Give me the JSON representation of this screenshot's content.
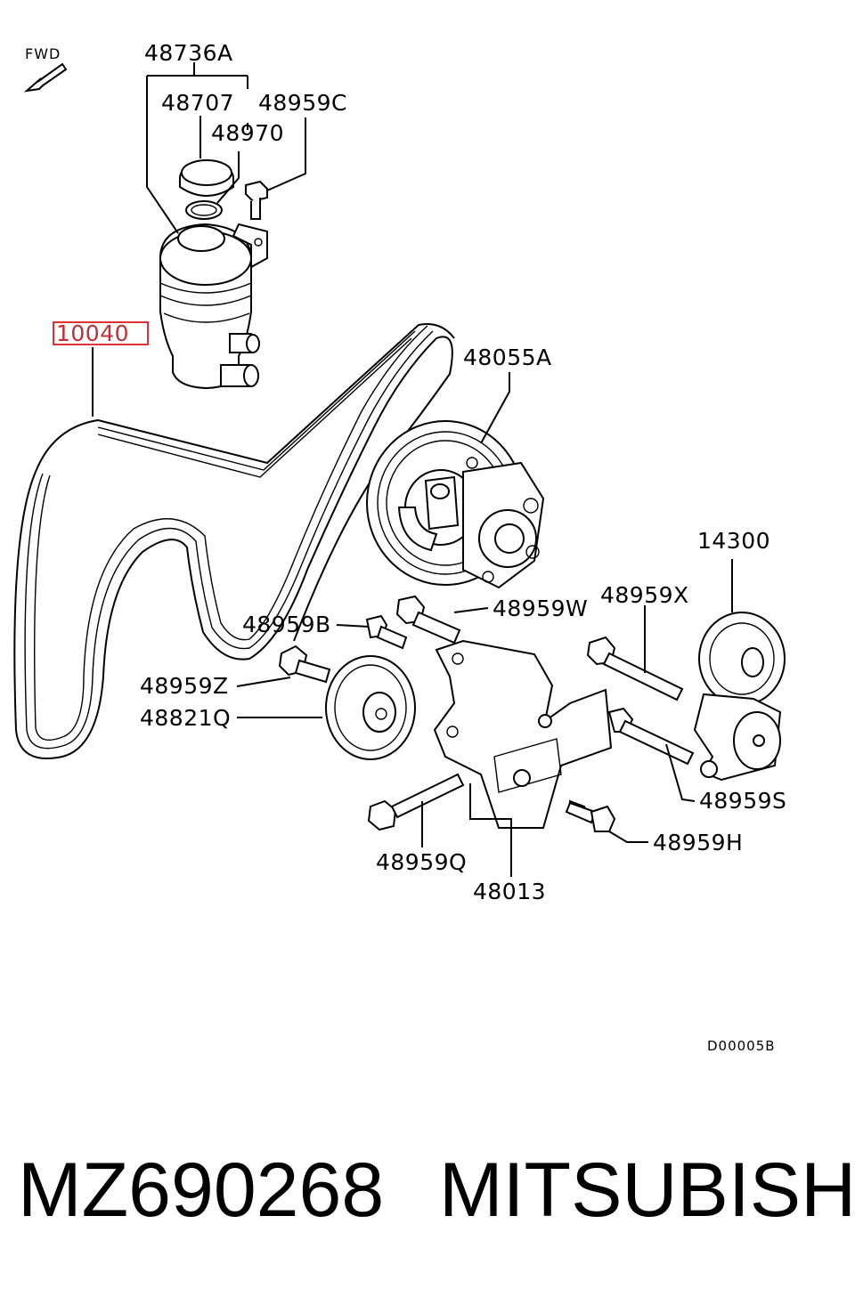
{
  "diagram": {
    "fwd_label": "FWD",
    "highlighted_part": "10040",
    "part_labels": {
      "p48736A": "48736A",
      "p48707": "48707",
      "p48959C": "48959C",
      "p48970": "48970",
      "p10040": "10040",
      "p48055A": "48055A",
      "p14300": "14300",
      "p48959X": "48959X",
      "p48959B": "48959B",
      "p48959W": "48959W",
      "p48959Z": "48959Z",
      "p48821Q": "48821Q",
      "p48959S": "48959S",
      "p48959H": "48959H",
      "p48959Q": "48959Q",
      "p48013": "48013"
    },
    "drawing_code": "D00005B",
    "colors": {
      "highlight": "#e0303a",
      "ink": "#000000"
    }
  },
  "caption": {
    "part_number": "MZ690268",
    "brand": "MITSUBISHI"
  }
}
